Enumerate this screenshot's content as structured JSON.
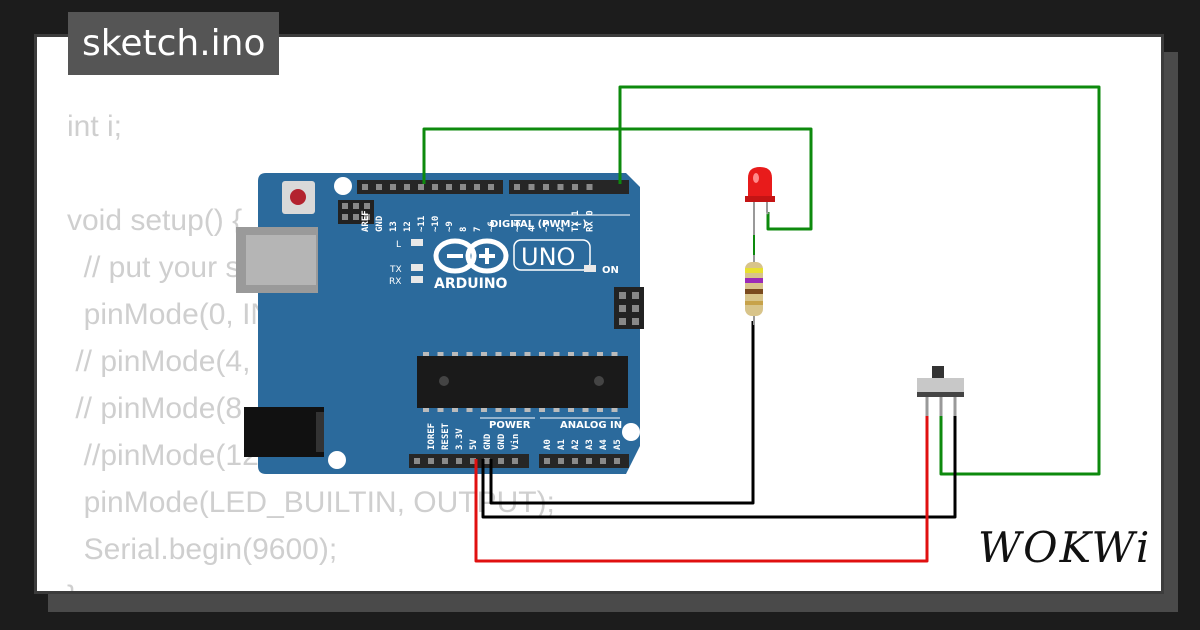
{
  "tab": {
    "title": "sketch.ino"
  },
  "code": {
    "lines": [
      "int i;",
      "",
      "void setup() {",
      "  // put your setup code here, to run once:",
      "  pinMode(0, INPUT);",
      " // pinMode(4, OUTPUT);",
      " // pinMode(8, OUTPUT);",
      "  //pinMode(12, OUTPUT);",
      "  pinMode(LED_BUILTIN, OUTPUT);",
      "  Serial.begin(9600);",
      "}"
    ]
  },
  "board": {
    "brand": "ARDUINO",
    "model": "UNO",
    "digital_label": "DIGITAL (PWM ~)",
    "power_label": "POWER",
    "analog_label": "ANALOG IN",
    "on_label": "ON",
    "l_label": "L",
    "tx_label": "TX",
    "rx_label": "RX",
    "digital_pins": [
      "AREF",
      "GND",
      "13",
      "12",
      "~11",
      "~10",
      "~9",
      "8",
      "7",
      "~6",
      "~5",
      "4",
      "~3",
      "2",
      "TX 1",
      "RX 0"
    ],
    "power_pins": [
      "IOREF",
      "RESET",
      "3.3V",
      "5V",
      "GND",
      "GND",
      "Vin"
    ],
    "analog_pins": [
      "A0",
      "A1",
      "A2",
      "A3",
      "A4",
      "A5"
    ]
  },
  "logo": {
    "text": "WOKWi"
  },
  "colors": {
    "board": "#2b6a9c",
    "wire_green": "#0d8a0d",
    "wire_black": "#000000",
    "wire_red": "#e01010",
    "led": "#e81b1b"
  }
}
